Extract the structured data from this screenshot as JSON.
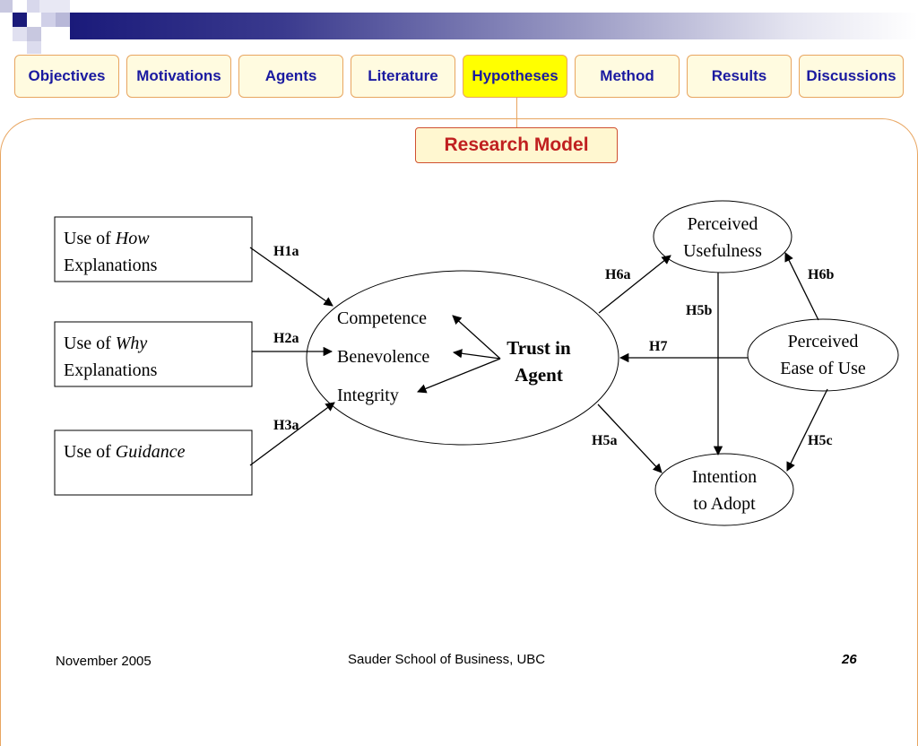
{
  "nav": {
    "tabs": [
      {
        "label": "Objectives"
      },
      {
        "label": "Motivations"
      },
      {
        "label": "Agents"
      },
      {
        "label": "Literature"
      },
      {
        "label": "Hypotheses"
      },
      {
        "label": "Method"
      },
      {
        "label": "Results"
      },
      {
        "label": "Discussions"
      }
    ],
    "active_index": 4
  },
  "title": "Research Model",
  "diagram": {
    "boxes": {
      "how": {
        "line1_prefix": "Use of ",
        "line1_italic": "How",
        "line2": "Explanations"
      },
      "why": {
        "line1_prefix": "Use of ",
        "line1_italic": "Why",
        "line2": "Explanations"
      },
      "guidance": {
        "line1_prefix": "Use of ",
        "line1_italic": "Guidance"
      }
    },
    "trust": {
      "dimensions": [
        "Competence",
        "Benevolence",
        "Integrity"
      ],
      "label_line1": "Trust in",
      "label_line2": "Agent"
    },
    "usefulness": {
      "line1": "Perceived",
      "line2": "Usefulness"
    },
    "ease": {
      "line1": "Perceived",
      "line2": "Ease of Use"
    },
    "intention": {
      "line1": "Intention",
      "line2": "to Adopt"
    },
    "hypotheses": {
      "h1a": "H1a",
      "h2a": "H2a",
      "h3a": "H3a",
      "h5a": "H5a",
      "h5b": "H5b",
      "h5c": "H5c",
      "h6a": "H6a",
      "h6b": "H6b",
      "h7": "H7"
    }
  },
  "footer": {
    "date": "November 2005",
    "org": "Sauder School of Business, UBC",
    "page": "26"
  },
  "colors": {
    "nav_text": "#1a1aa0",
    "active_tab": "#ffff00",
    "tab_border": "#e8a560",
    "title_text": "#c02020"
  }
}
